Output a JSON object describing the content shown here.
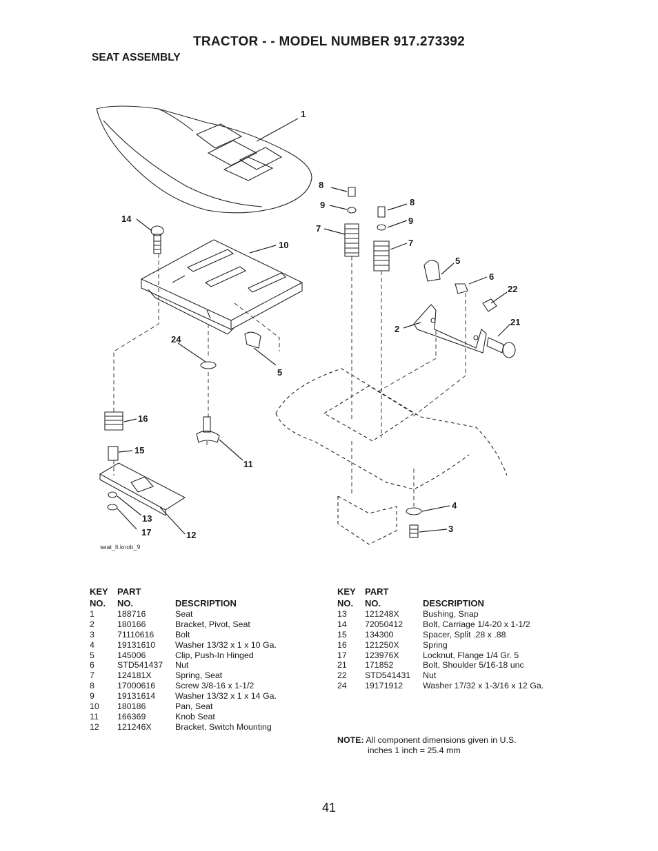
{
  "header": {
    "title": "TRACTOR - - MODEL NUMBER  917.273392",
    "subtitle": "SEAT ASSEMBLY"
  },
  "diagram": {
    "file_label": "seat_lt.knob_9",
    "callouts": [
      "1",
      "14",
      "10",
      "8",
      "9",
      "7",
      "8",
      "9",
      "7",
      "5",
      "6",
      "22",
      "2",
      "21",
      "24",
      "5",
      "16",
      "15",
      "11",
      "4",
      "3",
      "13",
      "17",
      "12"
    ]
  },
  "table_headers": {
    "key_line1": "KEY",
    "part_line1": "PART",
    "key_line2": "NO.",
    "part_line2": "NO.",
    "description": "DESCRIPTION"
  },
  "parts_left": [
    {
      "key": "1",
      "part": "188716",
      "desc": "Seat"
    },
    {
      "key": "2",
      "part": "180166",
      "desc": "Bracket, Pivot, Seat"
    },
    {
      "key": "3",
      "part": "71110616",
      "desc": "Bolt"
    },
    {
      "key": "4",
      "part": "19131610",
      "desc": "Washer 13/32 x 1 x 10 Ga."
    },
    {
      "key": "5",
      "part": "145006",
      "desc": "Clip, Push-In Hinged"
    },
    {
      "key": "6",
      "part": "STD541437",
      "desc": "Nut"
    },
    {
      "key": "7",
      "part": "124181X",
      "desc": "Spring, Seat"
    },
    {
      "key": "8",
      "part": "17000616",
      "desc": "Screw 3/8-16 x 1-1/2"
    },
    {
      "key": "9",
      "part": "19131614",
      "desc": "Washer 13/32 x 1 x 14 Ga."
    },
    {
      "key": "10",
      "part": "180186",
      "desc": "Pan, Seat"
    },
    {
      "key": "11",
      "part": "166369",
      "desc": "Knob Seat"
    },
    {
      "key": "12",
      "part": "121246X",
      "desc": "Bracket, Switch Mounting"
    }
  ],
  "parts_right": [
    {
      "key": "13",
      "part": "121248X",
      "desc": "Bushing, Snap"
    },
    {
      "key": "14",
      "part": "72050412",
      "desc": "Bolt, Carriage  1/4-20 x 1-1/2"
    },
    {
      "key": "15",
      "part": "134300",
      "desc": "Spacer, Split .28 x .88"
    },
    {
      "key": "16",
      "part": "121250X",
      "desc": "Spring"
    },
    {
      "key": "17",
      "part": "123976X",
      "desc": "Locknut, Flange  1/4 Gr. 5"
    },
    {
      "key": "21",
      "part": "171852",
      "desc": "Bolt, Shoulder  5/16-18 unc"
    },
    {
      "key": "22",
      "part": "STD541431",
      "desc": "Nut"
    },
    {
      "key": "24",
      "part": "19171912",
      "desc": "Washer  17/32 x 1-3/16 x 12 Ga."
    }
  ],
  "note": {
    "label": "NOTE:",
    "line1": "All component dimensions given in U.S.",
    "line2": "inches 1 inch = 25.4 mm"
  },
  "page_number": "41"
}
